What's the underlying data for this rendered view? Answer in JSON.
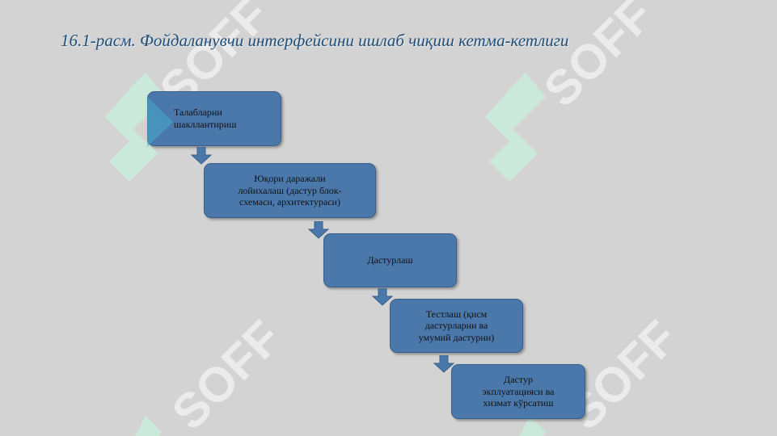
{
  "title": "16.1-расм. Фойдаланувчи интерфейсини ишлаб чиқиш кетма-кетлиги",
  "colors": {
    "background": "#d3d3d3",
    "box_fill": "#4a78aa",
    "arrow_fill": "#4a78aa",
    "title": "#1f4e79"
  },
  "steps": [
    {
      "label": "Талабларни\nшакллантириш"
    },
    {
      "label": "Юқори даражали\nлойихалаш (дастур блок-\nсхемаси, архитектураси)"
    },
    {
      "label": "Дастурлаш"
    },
    {
      "label": "Тестлаш (қисм\nдастурларни ва\nумумий дастурни)"
    },
    {
      "label": "Дастур\nэкплуатацияси ва\nхизмат кўрсатиш"
    }
  ],
  "watermark": {
    "text": "SOFF"
  }
}
